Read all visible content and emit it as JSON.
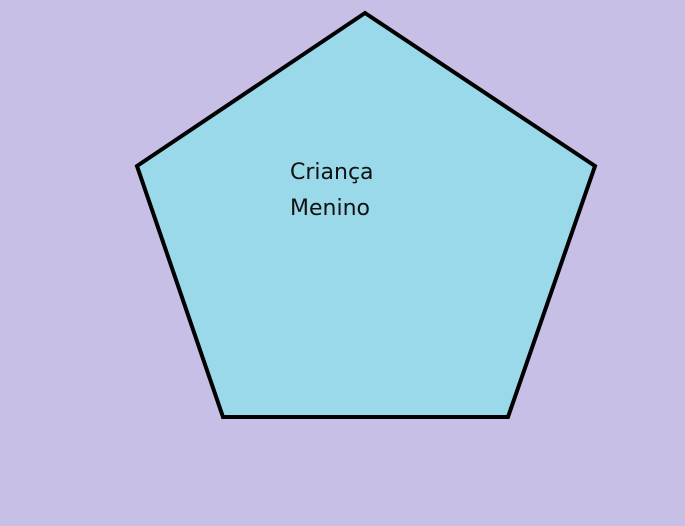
{
  "colors": {
    "background": "#C8BFE7",
    "pentagon_fill": "#99D9EA",
    "pentagon_stroke": "#000000"
  },
  "shape": {
    "type": "pentagon",
    "text_lines": [
      "Criança",
      "Menino"
    ]
  }
}
